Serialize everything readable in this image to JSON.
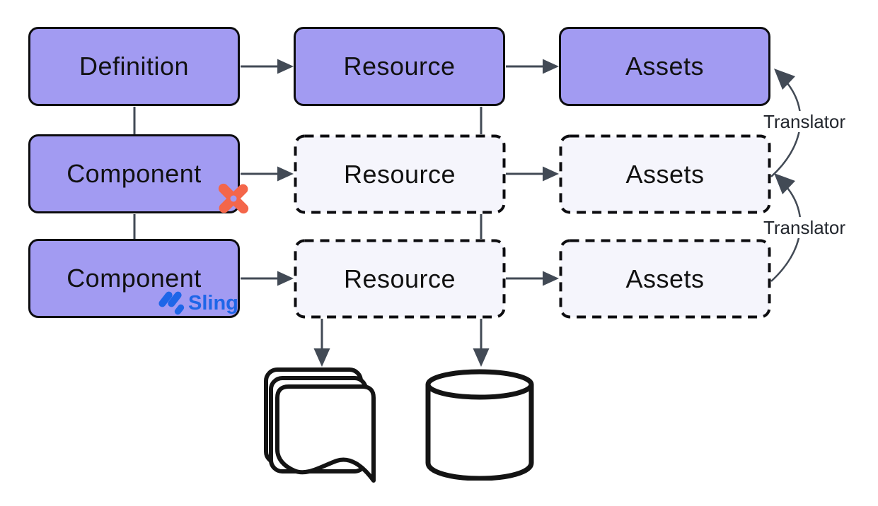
{
  "boxes": {
    "r1c1": "Definition",
    "r1c2": "Resource",
    "r1c3": "Assets",
    "r2c1": "Component",
    "r2c2": "Resource",
    "r2c3": "Assets",
    "r3c1": "Component",
    "r3c2": "Resource",
    "r3c3": "Assets"
  },
  "annotations": {
    "translator_top": "Translator",
    "translator_bottom": "Translator",
    "sling_logo_text": "Sling"
  },
  "icons": {
    "component_row2_badge": "orange-pinwheel-x-icon",
    "component_row3_badge": "sling-slashes-icon",
    "storage_left": "documents-stack-icon",
    "storage_right": "database-cylinder-icon"
  },
  "flows": [
    "Definition -> Resource",
    "Resource -> Assets",
    "Definition - Component",
    "Component - Component",
    "Component -> Resource (dashed)",
    "Resource (dashed) -> Assets (dashed)",
    "Resource (dashed) -> documents",
    "Resource (dashed) -> database",
    "Assets (dashed) -> Assets : Translator",
    "Assets (dashed) -> Assets (dashed) : Translator"
  ],
  "colors": {
    "background": "#ffffff",
    "solid_box_fill": "#a29bf2",
    "dashed_box_fill": "#f5f5fc",
    "box_border": "#0d0d10",
    "connector": "#424a55",
    "label_text": "#111111",
    "translator_text": "#23272e",
    "sling_blue": "#1e66e8",
    "pinwheel_orange": "#f4664a",
    "icon_stroke": "#141414"
  }
}
